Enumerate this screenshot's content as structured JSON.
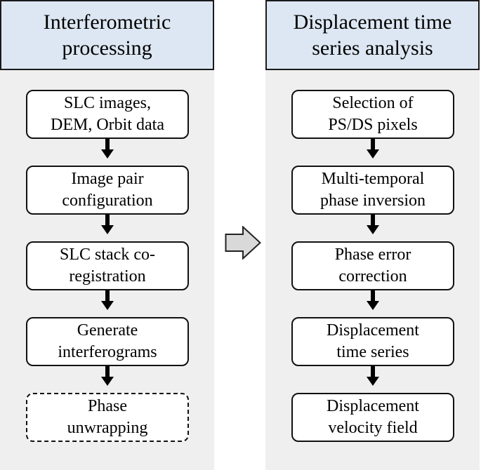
{
  "left_column": {
    "header": [
      "Interferometric",
      "processing"
    ],
    "steps": [
      {
        "lines": [
          "SLC images,",
          "DEM, Orbit data"
        ],
        "style": "solid"
      },
      {
        "lines": [
          "Image pair",
          "configuration"
        ],
        "style": "solid"
      },
      {
        "lines": [
          "SLC stack co-",
          "registration"
        ],
        "style": "solid"
      },
      {
        "lines": [
          "Generate",
          "interferograms"
        ],
        "style": "solid"
      },
      {
        "lines": [
          "Phase",
          "unwrapping"
        ],
        "style": "dashed"
      }
    ]
  },
  "right_column": {
    "header": [
      "Displacement time",
      "series analysis"
    ],
    "steps": [
      {
        "lines": [
          "Selection of",
          "PS/DS pixels"
        ],
        "style": "solid"
      },
      {
        "lines": [
          "Multi-temporal",
          "phase inversion"
        ],
        "style": "solid"
      },
      {
        "lines": [
          "Phase error",
          "correction"
        ],
        "style": "solid"
      },
      {
        "lines": [
          "Displacement",
          "time series"
        ],
        "style": "solid"
      },
      {
        "lines": [
          "Displacement",
          "velocity field"
        ],
        "style": "solid"
      }
    ]
  },
  "colors": {
    "header_fill": "#dde7f3",
    "panel_fill": "#efefef",
    "box_fill": "#ffffff",
    "outline": "#111111",
    "flow_arrow_fill": "#d9d9d9"
  },
  "icons": {
    "step_arrow": "arrow-down-icon",
    "flow_arrow": "arrow-right-icon"
  }
}
